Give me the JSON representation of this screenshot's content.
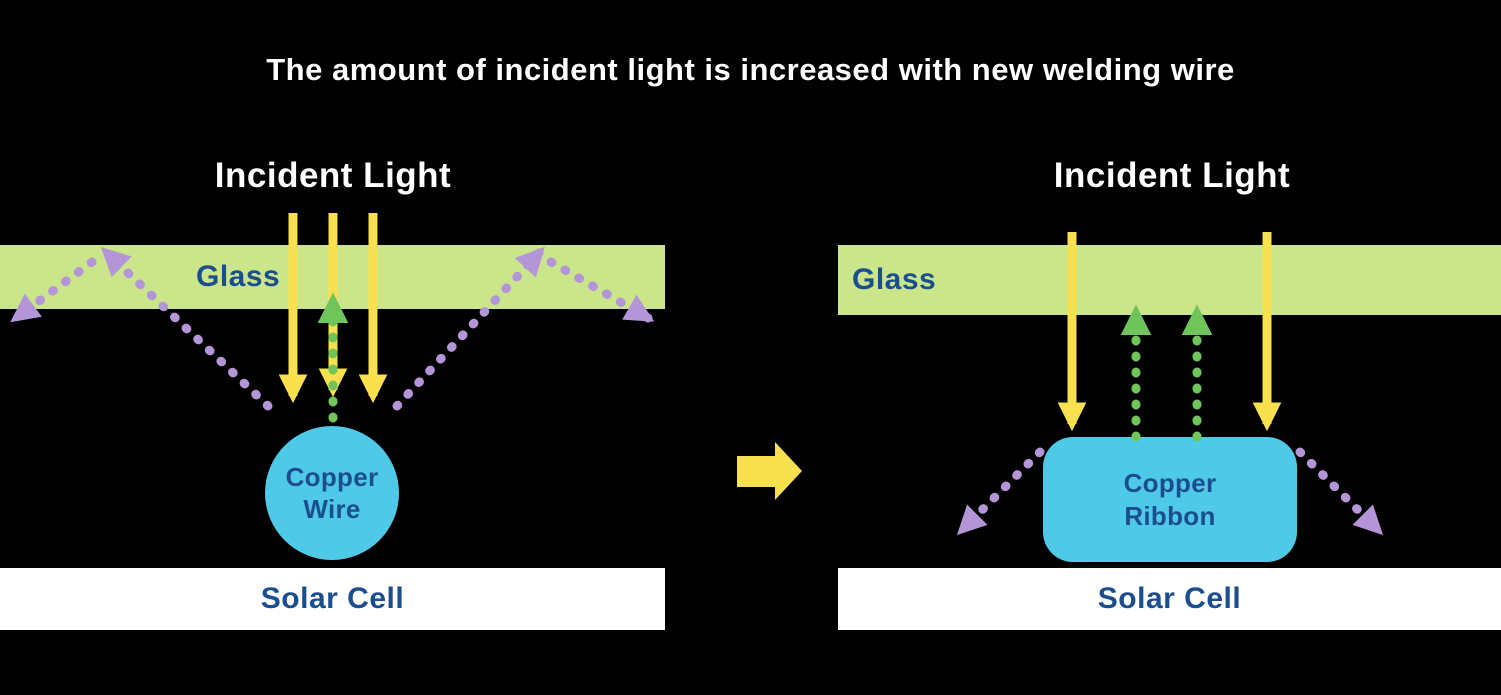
{
  "title": "The amount of incident light is increased with new welding wire",
  "left_panel": {
    "heading": "Incident Light",
    "glass_label": "Glass",
    "wire_label_line1": "Copper",
    "wire_label_line2": "Wire",
    "solar_label": "Solar Cell"
  },
  "right_panel": {
    "heading": "Incident Light",
    "glass_label": "Glass",
    "ribbon_label_line1": "Copper",
    "ribbon_label_line2": "Ribbon",
    "solar_label": "Solar Cell"
  },
  "icons": {
    "transition_arrow": "right-arrow-icon",
    "incident_arrows": "down-arrow-icon",
    "transmitted_arrows": "up-dotted-arrow-icon",
    "reflected_arrows": "diagonal-dotted-arrow-icon"
  },
  "colors": {
    "background": "#000000",
    "title_text": "#ffffff",
    "glass_band": "#cbe68a",
    "label_navy": "#1b4e8f",
    "incident_yellow": "#f8e04e",
    "transmitted_green": "#6fc55a",
    "reflected_purple": "#b495d8",
    "copper_cyan": "#4fc9e8",
    "solar_cell_white": "#ffffff"
  }
}
